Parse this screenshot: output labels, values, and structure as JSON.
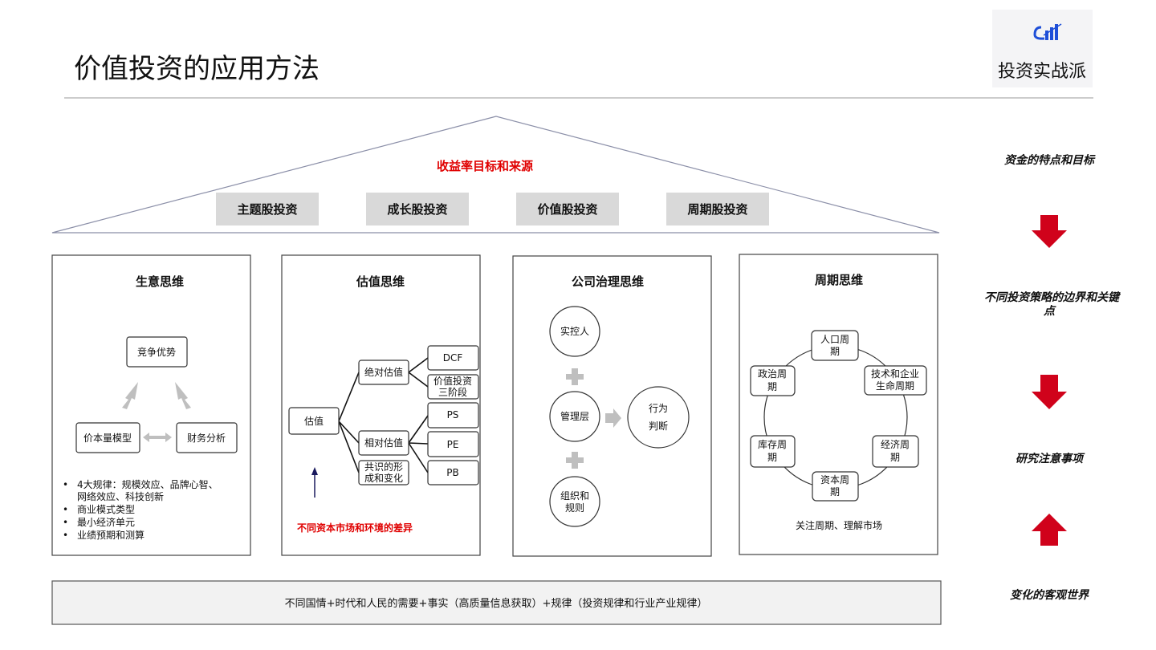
{
  "header": {
    "title": "价值投资的应用方法",
    "logo_text": "投资实战派"
  },
  "roof": {
    "title": "收益率目标和来源",
    "styles": [
      "主题股投资",
      "成长股投资",
      "价值股投资",
      "周期股投资"
    ]
  },
  "panels": {
    "business": {
      "title": "生意思维",
      "nodes": [
        "竞争优势",
        "价本量模型",
        "财务分析"
      ],
      "bullets": [
        "4大规律：规模效应、品牌心智、",
        "网络效应、科技创新",
        "商业模式类型",
        "最小经济单元",
        "业绩预期和测算"
      ]
    },
    "valuation": {
      "title": "估值思维",
      "root": "估值",
      "branches": [
        "绝对估值",
        "相对估值",
        "共识的形",
        "成和变化"
      ],
      "leaves": [
        "DCF",
        "价值投资",
        "三阶段",
        "PS",
        "PE",
        "PB"
      ],
      "note": "不同资本市场和环境的差异"
    },
    "governance": {
      "title": "公司治理思维",
      "nodes": [
        "实控人",
        "管理层",
        "组织和",
        "规则"
      ],
      "result": [
        "行为",
        "判断"
      ]
    },
    "cycle": {
      "title": "周期思维",
      "nodes": [
        [
          "人口周",
          "期"
        ],
        [
          "技术和企业",
          "生命周期"
        ],
        [
          "经济周",
          "期"
        ],
        [
          "资本周",
          "期"
        ],
        [
          "库存周",
          "期"
        ],
        [
          "政治周",
          "期"
        ]
      ],
      "note": "关注周期、理解市场"
    }
  },
  "foundation": "不同国情+时代和人民的需要+事实（高质量信息获取）+规律（投资规律和行业产业规律）",
  "side": [
    "资金的特点和目标",
    "不同投资策略的边界和关键",
    "点",
    "研究注意事项",
    "变化的客观世界"
  ],
  "colors": {
    "accent_red": "#e00000",
    "arrow_red": "#d0021b",
    "gray_box": "#d9d9d9",
    "logo_blue": "#1f4fd8"
  }
}
